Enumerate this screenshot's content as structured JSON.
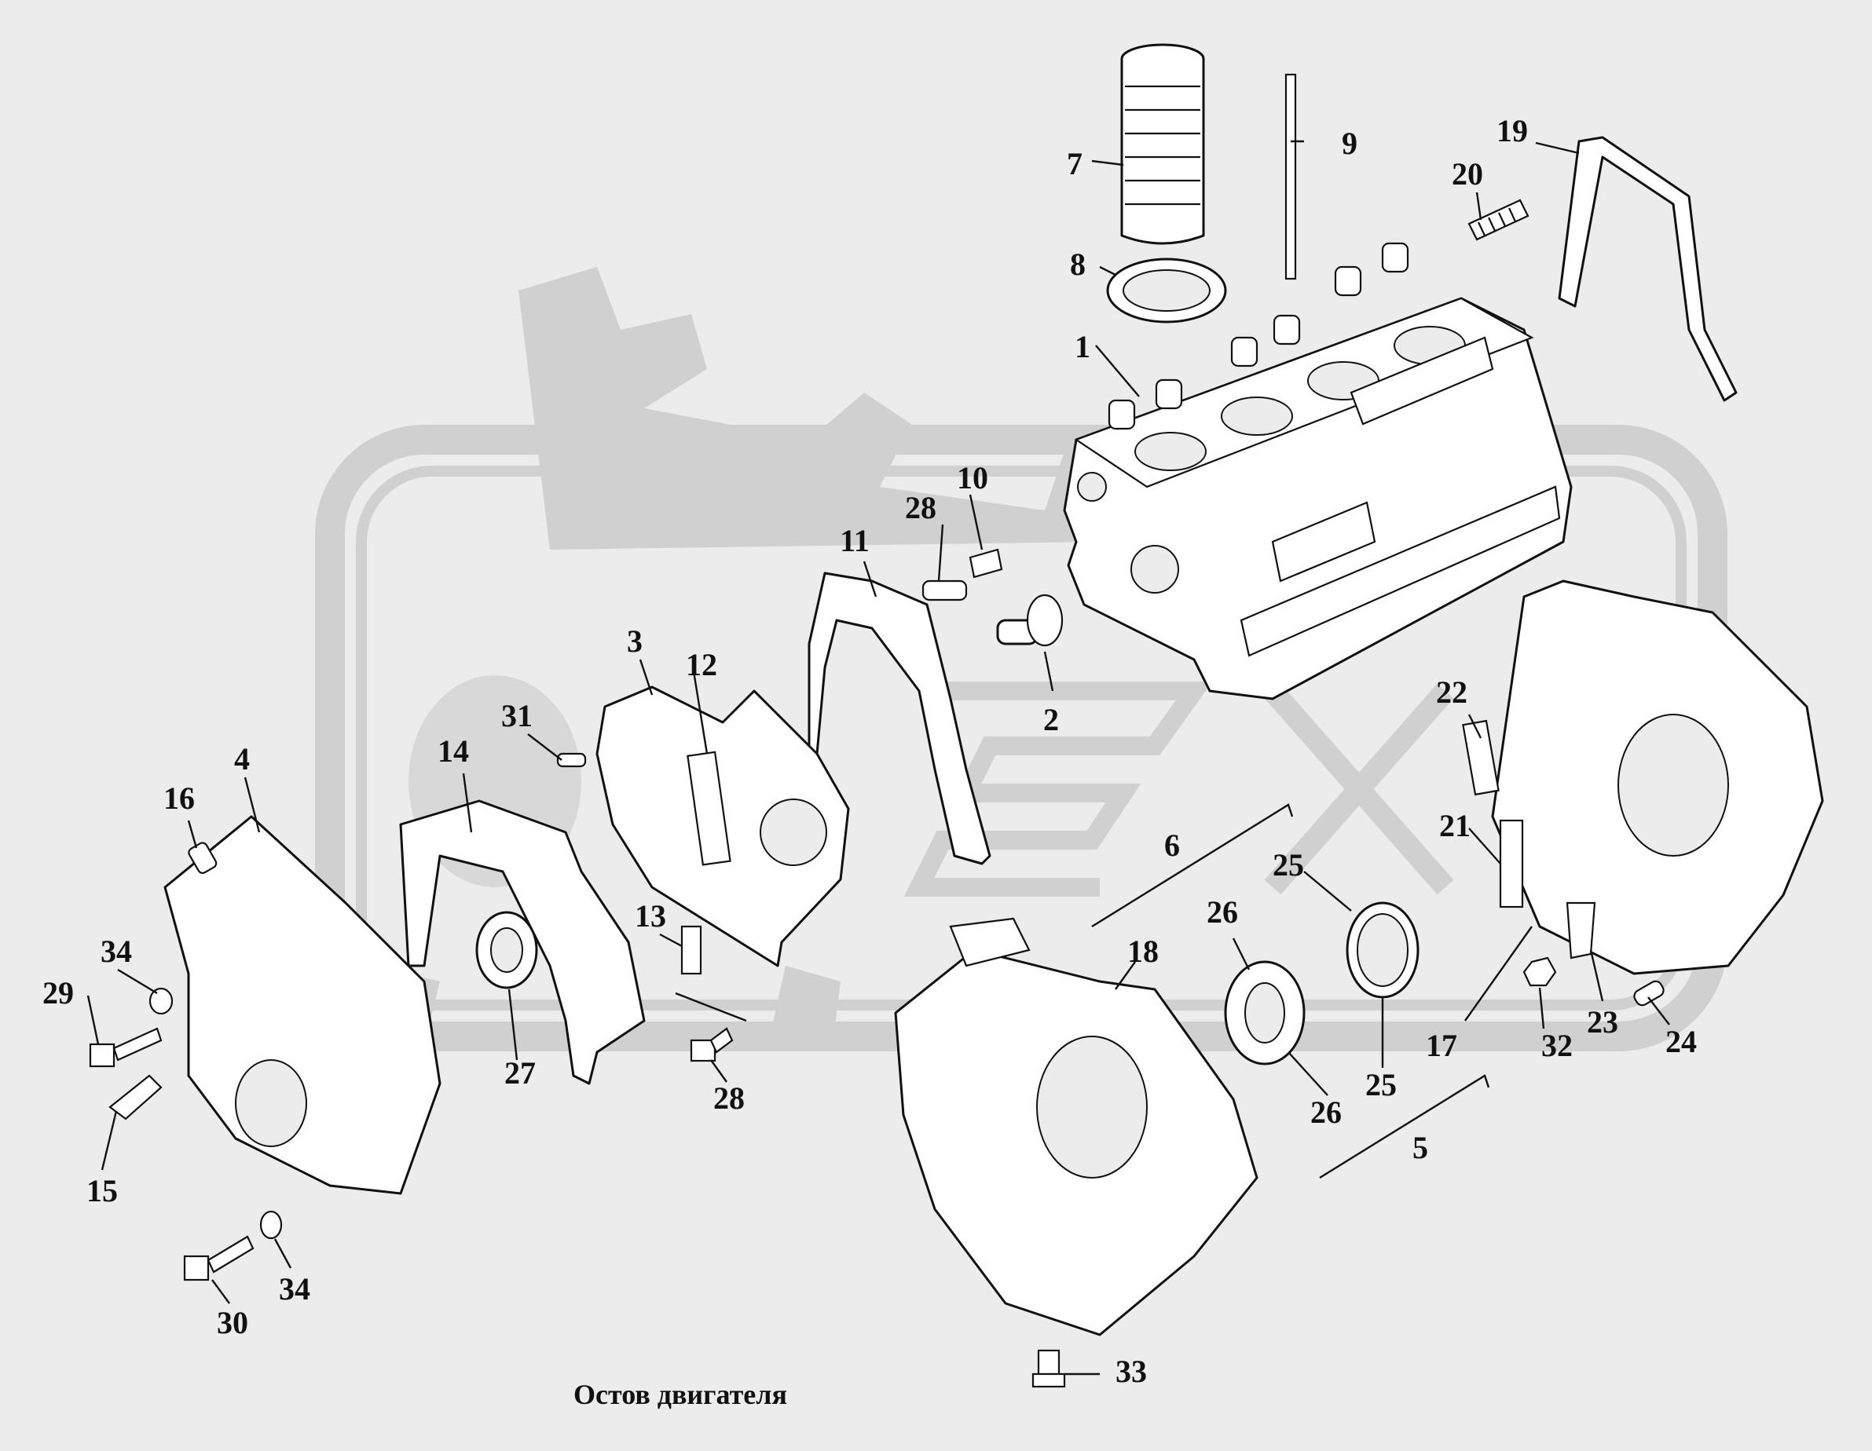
{
  "caption": "Остов двигателя",
  "callouts": [
    "1",
    "2",
    "3",
    "4",
    "5",
    "6",
    "7",
    "8",
    "9",
    "10",
    "11",
    "12",
    "13",
    "14",
    "15",
    "16",
    "17",
    "18",
    "19",
    "20",
    "21",
    "22",
    "23",
    "24",
    "25",
    "25",
    "26",
    "26",
    "27",
    "28",
    "28",
    "29",
    "30",
    "31",
    "32",
    "33",
    "34",
    "34"
  ],
  "colors": {
    "background": "#ececec",
    "watermark": "#d0d0d0",
    "line": "#111111"
  }
}
